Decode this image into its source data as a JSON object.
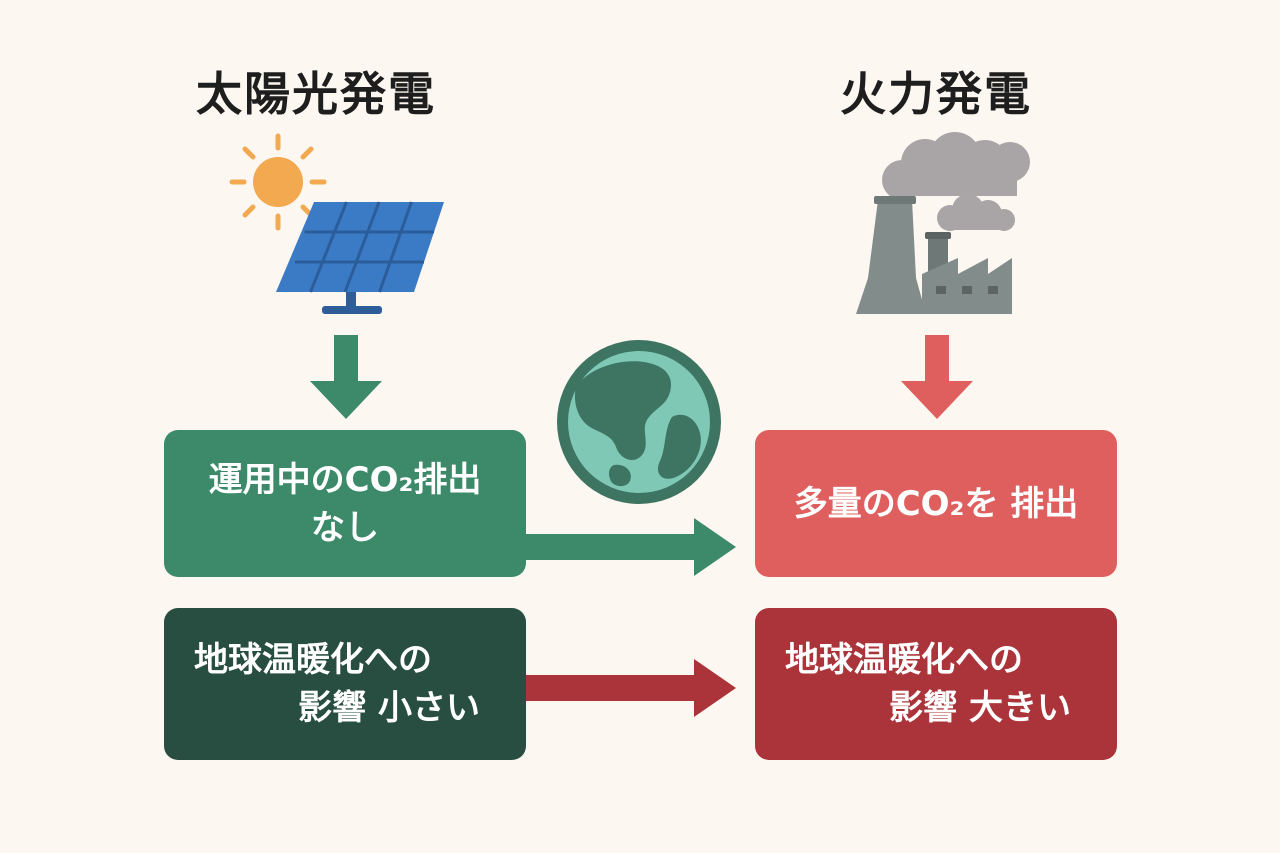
{
  "titles": {
    "solar": "太陽光発電",
    "thermal": "火力発電"
  },
  "boxes": {
    "solar_co2": {
      "line1": "運用中のCO₂排出",
      "line2": "なし"
    },
    "thermal_co2": {
      "line1": "多量のCO₂を 排出"
    },
    "solar_impact": {
      "line1": "地球温暖化への",
      "line2": "影響 小さい"
    },
    "thermal_impact": {
      "line1": "地球温暖化への",
      "line2": "影響 大きい"
    }
  },
  "icons": [
    "sun-icon",
    "solar-panel-icon",
    "power-plant-icon",
    "smoke-icon",
    "earth-globe-icon"
  ],
  "colors": {
    "background": "#fcf7f1",
    "solar_green": "#3d8a6b",
    "solar_dark_green": "#284e42",
    "thermal_red": "#df5f5f",
    "thermal_dark_red": "#ab333a",
    "sun_orange": "#f2a950",
    "panel_blue": "#3b7ac4",
    "factory_gray": "#828c8a",
    "smoke_gray": "#a9a5a6"
  }
}
